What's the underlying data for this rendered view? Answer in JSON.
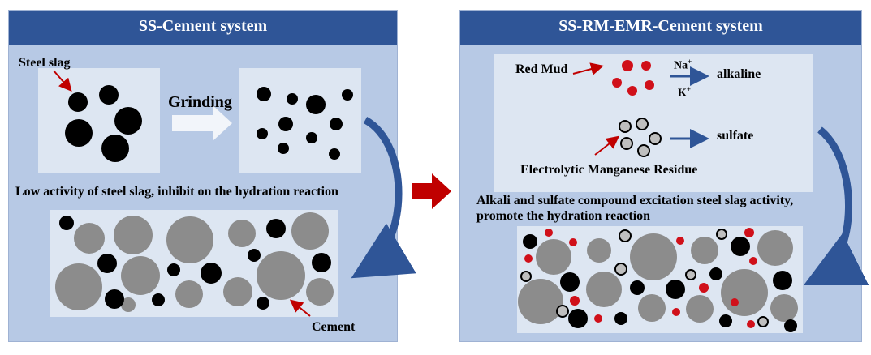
{
  "left_panel": {
    "title": "SS-Cement system",
    "steel_slag_label": "Steel slag",
    "grinding_label": "Grinding",
    "caption": "Low activity of steel slag, inhibit on the hydration reaction",
    "cement_label": "Cement"
  },
  "right_panel": {
    "title": "SS-RM-EMR-Cement system",
    "red_mud_label": "Red Mud",
    "na_label": "Na",
    "k_label": "K",
    "plus_sign": "+",
    "alkaline_label": "alkaline",
    "sulfate_label": "sulfate",
    "emr_label": "Electrolytic Manganese Residue",
    "caption_line1": "Alkali and sulfate compound excitation steel slag activity,",
    "caption_line2": "promote the hydration reaction"
  },
  "colors": {
    "header": "#2f5597",
    "panel": "#b7c9e5",
    "inset": "#dde6f2",
    "slag": "#000000",
    "cement": "#8c8c8c",
    "red_mud": "#d0101a",
    "emr": "#bfbfbf",
    "arrow_red": "#c00000",
    "arrow_blue": "#2f5597"
  }
}
